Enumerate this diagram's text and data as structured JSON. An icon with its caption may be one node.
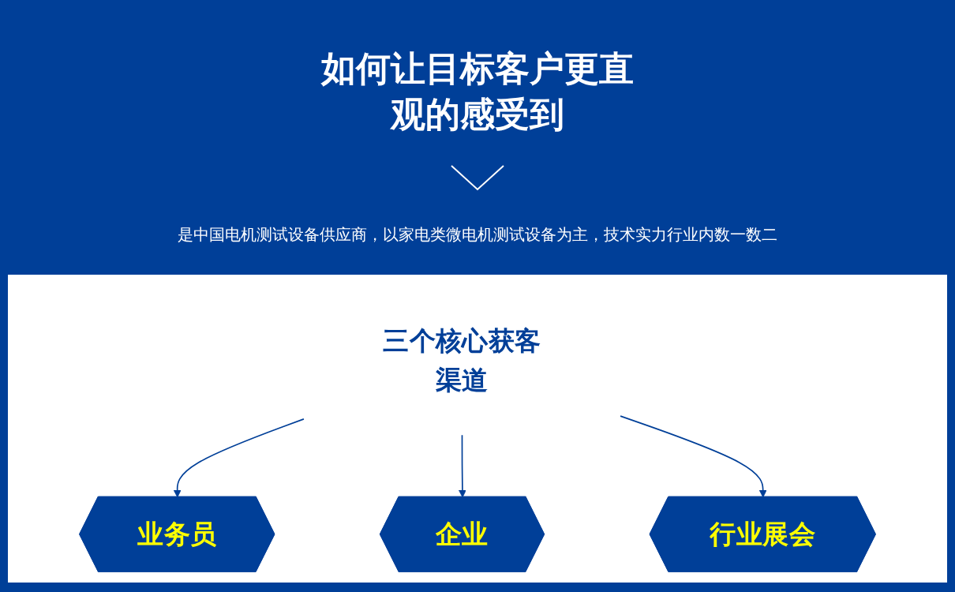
{
  "diagram": {
    "title": "如何让目标客户更直观的感受到",
    "nodes": [
      {
        "text": [
          "三个核心获客渠道"
        ]
      },
      {
        "text": [
          "业务员"
        ]
      },
      {
        "text": [
          "企业"
        ]
      },
      {
        "text": [
          "行业展会"
        ]
      }
    ],
    "edges": [
      {
        "from": 0,
        "to": 1,
        "arrow": "to"
      },
      {
        "from": 0,
        "to": 2,
        "arrow": "to"
      },
      {
        "from": 0,
        "to": 3,
        "arrow": "to"
      }
    ],
    "labels": [
      "是中国电机测试设备供应商，以家电类微电机测试设备为主，技术实力行业内数一数二"
    ]
  }
}
